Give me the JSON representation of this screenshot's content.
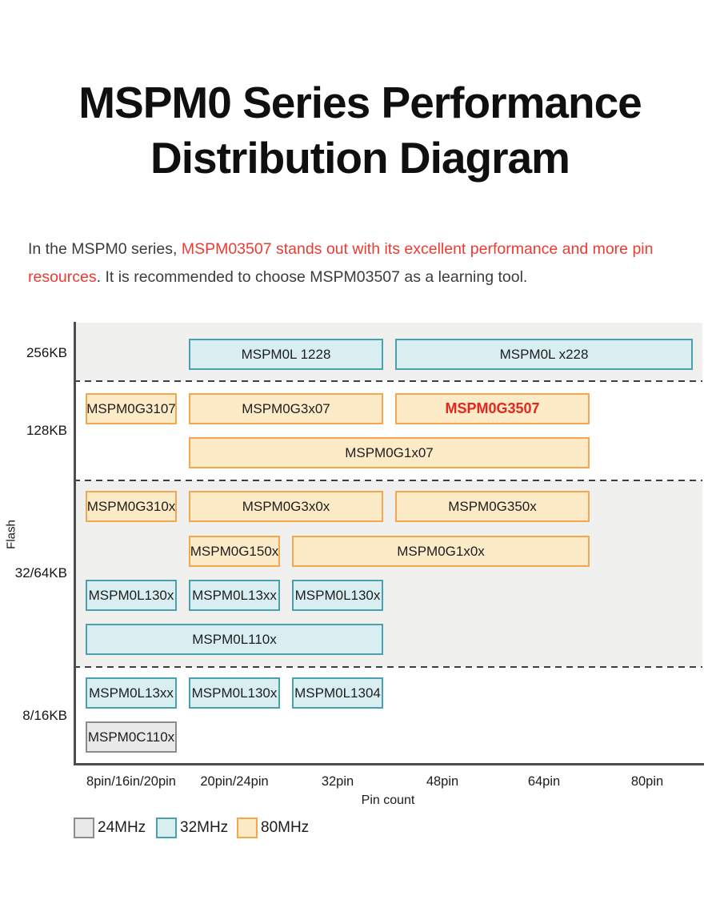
{
  "page": {
    "title_line1": "MSPM0 Series Performance",
    "title_line2": "Distribution Diagram",
    "intro_part1": "In the MSPM0 series, ",
    "intro_highlight": "MSPM03507 stands out with its excellent performance and more pin resources",
    "intro_part2": ". It is recommended to choose MSPM03507 as a learning tool."
  },
  "chart_data": {
    "type": "table",
    "title": "MSPM0 Series Performance Distribution Diagram",
    "xlabel": "Pin count",
    "ylabel": "Flash",
    "x_ticks": [
      "8pin/16in/20pin",
      "20pin/24pin",
      "32pin",
      "48pin",
      "64pin",
      "80pin"
    ],
    "y_ticks": [
      "256KB",
      "128KB",
      "32/64KB",
      "8/16KB"
    ],
    "legend": [
      {
        "label": "24MHz",
        "fill": "#e9e9e9",
        "border": "#8c8c8c"
      },
      {
        "label": "32MHz",
        "fill": "#d9eef1",
        "border": "#4aa0af"
      },
      {
        "label": "80MHz",
        "fill": "#fdebc8",
        "border": "#f3a74e"
      }
    ],
    "highlight_text_color": "#e8251d",
    "bands": [
      {
        "flash": "256KB",
        "shaded": true
      },
      {
        "flash": "128KB",
        "shaded": false
      },
      {
        "flash": "32/64KB",
        "shaded": true
      },
      {
        "flash": "8/16KB",
        "shaded": false
      }
    ],
    "boxes": [
      {
        "label": "MSPM0L 1228",
        "freq": "32MHz",
        "flash": "256KB",
        "row": 1,
        "c0": 2,
        "c1": 3
      },
      {
        "label": "MSPM0L x228",
        "freq": "32MHz",
        "flash": "256KB",
        "row": 1,
        "c0": 4,
        "c1": 6
      },
      {
        "label": "MSPM0G3107",
        "freq": "80MHz",
        "flash": "128KB",
        "row": 2,
        "c0": 1,
        "c1": 1
      },
      {
        "label": "MSPM0G3x07",
        "freq": "80MHz",
        "flash": "128KB",
        "row": 2,
        "c0": 2,
        "c1": 3
      },
      {
        "label": "MSPM0G3507",
        "freq": "80MHz",
        "flash": "128KB",
        "row": 2,
        "c0": 4,
        "c1": 5,
        "highlight": true
      },
      {
        "label": "MSPM0G1x07",
        "freq": "80MHz",
        "flash": "128KB",
        "row": 3,
        "c0": 2,
        "c1": 5
      },
      {
        "label": "MSPM0G310x",
        "freq": "80MHz",
        "flash": "32/64KB",
        "row": 4,
        "c0": 1,
        "c1": 1
      },
      {
        "label": "MSPM0G3x0x",
        "freq": "80MHz",
        "flash": "32/64KB",
        "row": 4,
        "c0": 2,
        "c1": 3
      },
      {
        "label": "MSPM0G350x",
        "freq": "80MHz",
        "flash": "32/64KB",
        "row": 4,
        "c0": 4,
        "c1": 5
      },
      {
        "label": "MSPM0G150x",
        "freq": "80MHz",
        "flash": "32/64KB",
        "row": 5,
        "c0": 2,
        "c1": 2
      },
      {
        "label": "MSPM0G1x0x",
        "freq": "80MHz",
        "flash": "32/64KB",
        "row": 5,
        "c0": 3,
        "c1": 5
      },
      {
        "label": "MSPM0L130x",
        "freq": "32MHz",
        "flash": "32/64KB",
        "row": 6,
        "c0": 1,
        "c1": 1
      },
      {
        "label": "MSPM0L13xx",
        "freq": "32MHz",
        "flash": "32/64KB",
        "row": 6,
        "c0": 2,
        "c1": 2
      },
      {
        "label": "MSPM0L130x",
        "freq": "32MHz",
        "flash": "32/64KB",
        "row": 6,
        "c0": 3,
        "c1": 3
      },
      {
        "label": "MSPM0L110x",
        "freq": "32MHz",
        "flash": "32/64KB",
        "row": 7,
        "c0": 1,
        "c1": 3
      },
      {
        "label": "MSPM0L13xx",
        "freq": "32MHz",
        "flash": "8/16KB",
        "row": 8,
        "c0": 1,
        "c1": 1
      },
      {
        "label": "MSPM0L130x",
        "freq": "32MHz",
        "flash": "8/16KB",
        "row": 8,
        "c0": 2,
        "c1": 2
      },
      {
        "label": "MSPM0L1304",
        "freq": "32MHz",
        "flash": "8/16KB",
        "row": 8,
        "c0": 3,
        "c1": 3
      },
      {
        "label": "MSPM0C110x",
        "freq": "24MHz",
        "flash": "8/16KB",
        "row": 9,
        "c0": 1,
        "c1": 1
      }
    ]
  }
}
